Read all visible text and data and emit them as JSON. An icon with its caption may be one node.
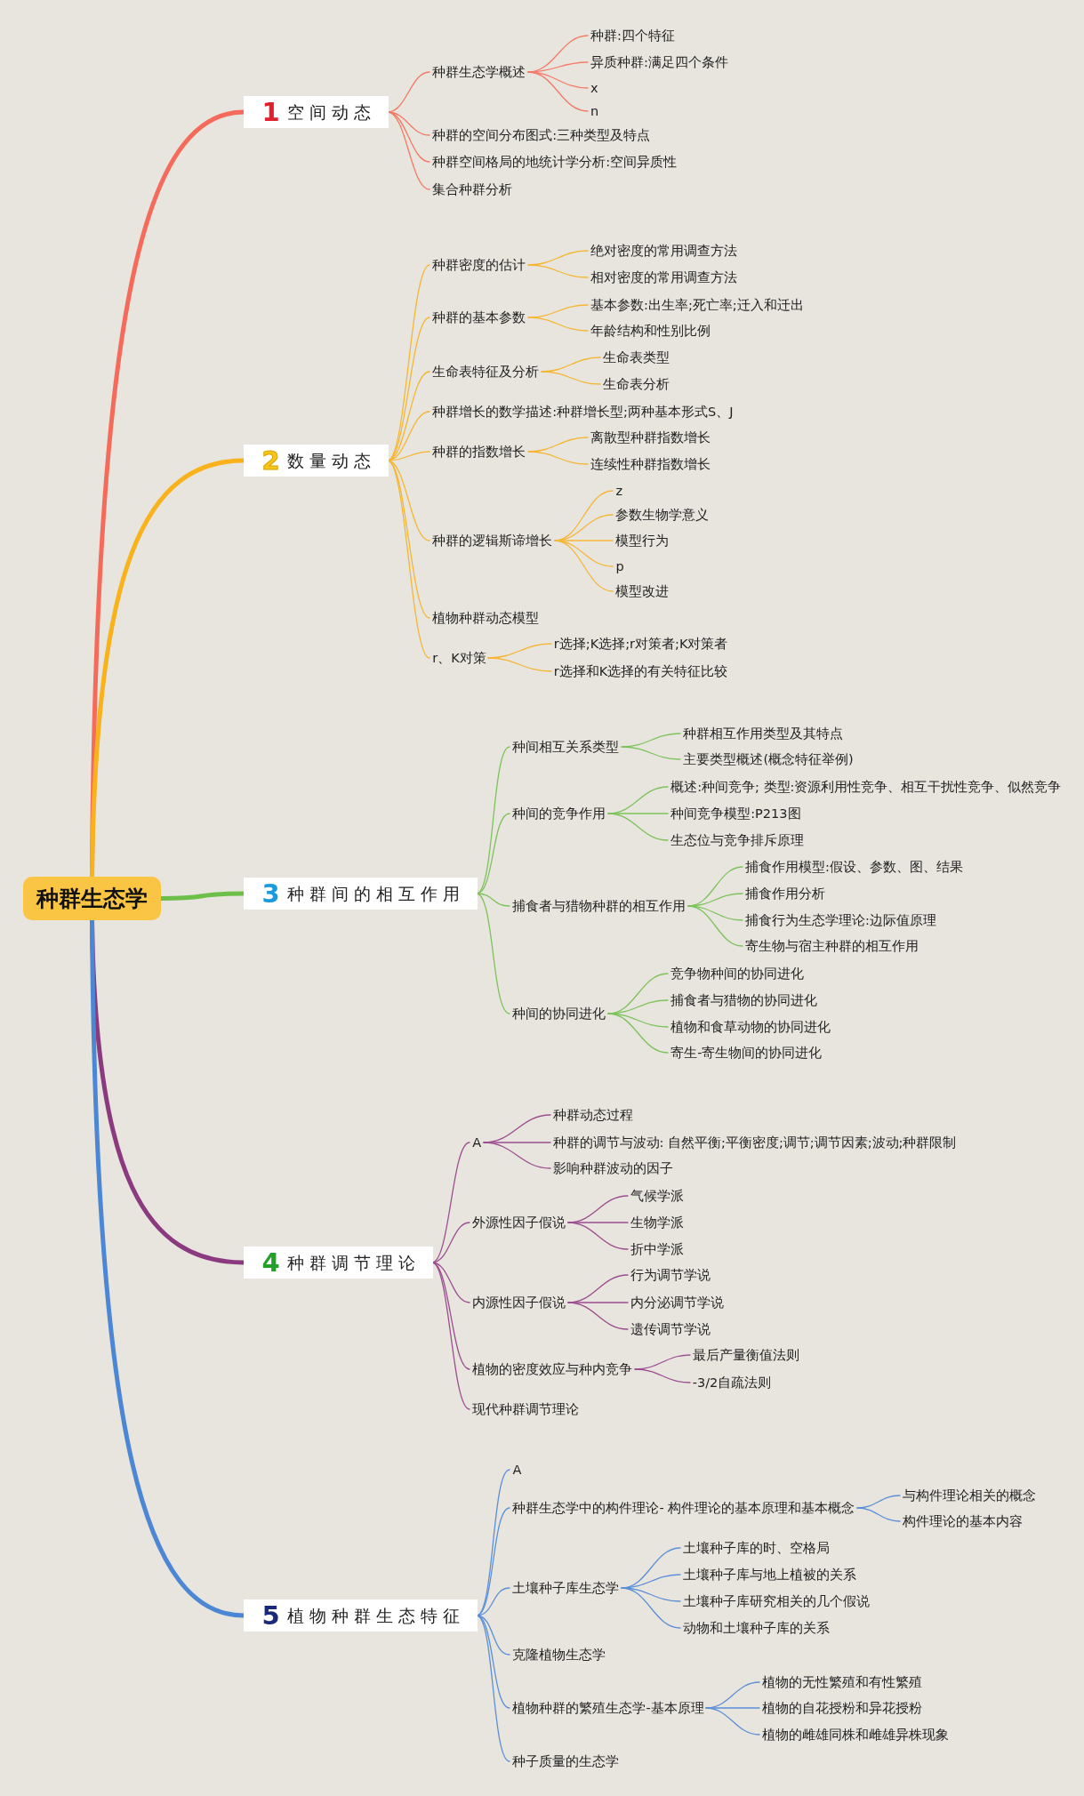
{
  "diagram": {
    "nodes": [
      {
        "text": [
          "种群生态学"
        ]
      },
      {
        "text": [
          "1",
          "空间动态"
        ]
      },
      {
        "text": [
          "种群生态学概述"
        ]
      },
      {
        "text": [
          "种群:四个特征"
        ]
      },
      {
        "text": [
          "异质种群:满足四个条件"
        ]
      },
      {
        "text": [
          "x"
        ]
      },
      {
        "text": [
          "n"
        ]
      },
      {
        "text": [
          "种群的空间分布图式:三种类型及特点"
        ]
      },
      {
        "text": [
          "种群空间格局的地统计学分析:空间异质性"
        ]
      },
      {
        "text": [
          "集合种群分析"
        ]
      },
      {
        "text": [
          "2",
          "数量动态"
        ]
      },
      {
        "text": [
          "种群密度的估计"
        ]
      },
      {
        "text": [
          "绝对密度的常用调查方法"
        ]
      },
      {
        "text": [
          "相对密度的常用调查方法"
        ]
      },
      {
        "text": [
          "种群的基本参数"
        ]
      },
      {
        "text": [
          "基本参数:出生率;死亡率;迁入和迁出"
        ]
      },
      {
        "text": [
          "年龄结构和性别比例"
        ]
      },
      {
        "text": [
          "生命表特征及分析"
        ]
      },
      {
        "text": [
          "生命表类型"
        ]
      },
      {
        "text": [
          "生命表分析"
        ]
      },
      {
        "text": [
          "种群增长的数学描述:种群增长型;两种基本形式S、J"
        ]
      },
      {
        "text": [
          "种群的指数增长"
        ]
      },
      {
        "text": [
          "离散型种群指数增长"
        ]
      },
      {
        "text": [
          "连续性种群指数增长"
        ]
      },
      {
        "text": [
          "种群的逻辑斯谛增长"
        ]
      },
      {
        "text": [
          "z"
        ]
      },
      {
        "text": [
          "参数生物学意义"
        ]
      },
      {
        "text": [
          "模型行为"
        ]
      },
      {
        "text": [
          "p"
        ]
      },
      {
        "text": [
          "模型改进"
        ]
      },
      {
        "text": [
          "植物种群动态模型"
        ]
      },
      {
        "text": [
          "r、K对策"
        ]
      },
      {
        "text": [
          "r选择;K选择;r对策者;K对策者"
        ]
      },
      {
        "text": [
          "r选择和K选择的有关特征比较"
        ]
      },
      {
        "text": [
          "3",
          "种群间的相互作用"
        ]
      },
      {
        "text": [
          "种间相互关系类型"
        ]
      },
      {
        "text": [
          "种群相互作用类型及其特点"
        ]
      },
      {
        "text": [
          "主要类型概述(概念特征举例)"
        ]
      },
      {
        "text": [
          "种间的竞争作用"
        ]
      },
      {
        "text": [
          "概述:种间竞争; 类型:资源利用性竞争、相互干扰性竞争、似然竞争"
        ]
      },
      {
        "text": [
          "种间竞争模型:P213图"
        ]
      },
      {
        "text": [
          "生态位与竞争排斥原理"
        ]
      },
      {
        "text": [
          "捕食者与猎物种群的相互作用"
        ]
      },
      {
        "text": [
          "捕食作用模型:假设、参数、图、结果"
        ]
      },
      {
        "text": [
          "捕食作用分析"
        ]
      },
      {
        "text": [
          "捕食行为生态学理论:边际值原理"
        ]
      },
      {
        "text": [
          "寄生物与宿主种群的相互作用"
        ]
      },
      {
        "text": [
          "种间的协同进化"
        ]
      },
      {
        "text": [
          "竞争物种间的协同进化"
        ]
      },
      {
        "text": [
          "捕食者与猎物的协同进化"
        ]
      },
      {
        "text": [
          "植物和食草动物的协同进化"
        ]
      },
      {
        "text": [
          "寄生-寄生物间的协同进化"
        ]
      },
      {
        "text": [
          "4",
          "种群调节理论"
        ]
      },
      {
        "text": [
          "A"
        ]
      },
      {
        "text": [
          "种群动态过程"
        ]
      },
      {
        "text": [
          "种群的调节与波动: 自然平衡;平衡密度;调节;调节因素;波动;种群限制"
        ]
      },
      {
        "text": [
          "影响种群波动的因子"
        ]
      },
      {
        "text": [
          "外源性因子假说"
        ]
      },
      {
        "text": [
          "气候学派"
        ]
      },
      {
        "text": [
          "生物学派"
        ]
      },
      {
        "text": [
          "折中学派"
        ]
      },
      {
        "text": [
          "内源性因子假说"
        ]
      },
      {
        "text": [
          "行为调节学说"
        ]
      },
      {
        "text": [
          "内分泌调节学说"
        ]
      },
      {
        "text": [
          "遗传调节学说"
        ]
      },
      {
        "text": [
          "植物的密度效应与种内竞争"
        ]
      },
      {
        "text": [
          "最后产量衡值法则"
        ]
      },
      {
        "text": [
          "-3/2自疏法则"
        ]
      },
      {
        "text": [
          "现代种群调节理论"
        ]
      },
      {
        "text": [
          "5",
          "植物种群生态特征"
        ]
      },
      {
        "text": [
          "A"
        ]
      },
      {
        "text": [
          "种群生态学中的构件理论- 构件理论的基本原理和基本概念"
        ]
      },
      {
        "text": [
          "与构件理论相关的概念"
        ]
      },
      {
        "text": [
          "构件理论的基本内容"
        ]
      },
      {
        "text": [
          "土壤种子库生态学"
        ]
      },
      {
        "text": [
          "土壤种子库的时、空格局"
        ]
      },
      {
        "text": [
          "土壤种子库与地上植被的关系"
        ]
      },
      {
        "text": [
          "土壤种子库研究相关的几个假说"
        ]
      },
      {
        "text": [
          "动物和土壤种子库的关系"
        ]
      },
      {
        "text": [
          "克隆植物生态学"
        ]
      },
      {
        "text": [
          "植物种群的繁殖生态学-基本原理"
        ]
      },
      {
        "text": [
          "植物的无性繁殖和有性繁殖"
        ]
      },
      {
        "text": [
          "植物的自花授粉和异花授粉"
        ]
      },
      {
        "text": [
          "植物的雌雄同株和雌雄异株现象"
        ]
      },
      {
        "text": [
          "种子质量的生态学"
        ]
      }
    ],
    "edges": [
      {
        "from": 0,
        "to": 1,
        "arrow": "none",
        "style": "thick",
        "color": "#f56b5b"
      },
      {
        "from": 0,
        "to": 10,
        "arrow": "none",
        "style": "thick",
        "color": "#f9b21b"
      },
      {
        "from": 0,
        "to": 34,
        "arrow": "none",
        "style": "thick",
        "color": "#6cc04a"
      },
      {
        "from": 0,
        "to": 52,
        "arrow": "none",
        "style": "thick",
        "color": "#8c3a80"
      },
      {
        "from": 0,
        "to": 69,
        "arrow": "none",
        "style": "thick",
        "color": "#4c87d5"
      },
      {
        "from": 1,
        "to": 2,
        "arrow": "none",
        "color": "#f47a66"
      },
      {
        "from": 2,
        "to": 3,
        "arrow": "none",
        "color": "#f47a66"
      },
      {
        "from": 2,
        "to": 4,
        "arrow": "none",
        "color": "#f47a66"
      },
      {
        "from": 2,
        "to": 5,
        "arrow": "none",
        "color": "#f47a66"
      },
      {
        "from": 2,
        "to": 6,
        "arrow": "none",
        "color": "#f47a66"
      },
      {
        "from": 1,
        "to": 7,
        "arrow": "none",
        "color": "#f47a66"
      },
      {
        "from": 1,
        "to": 8,
        "arrow": "none",
        "color": "#f47a66"
      },
      {
        "from": 1,
        "to": 9,
        "arrow": "none",
        "color": "#f47a66"
      },
      {
        "from": 10,
        "to": 11,
        "arrow": "none",
        "color": "#f5b634"
      },
      {
        "from": 11,
        "to": 12,
        "arrow": "none",
        "color": "#f5b634"
      },
      {
        "from": 11,
        "to": 13,
        "arrow": "none",
        "color": "#f5b634"
      },
      {
        "from": 10,
        "to": 14,
        "arrow": "none",
        "color": "#f5b634"
      },
      {
        "from": 14,
        "to": 15,
        "arrow": "none",
        "color": "#f5b634"
      },
      {
        "from": 14,
        "to": 16,
        "arrow": "none",
        "color": "#f5b634"
      },
      {
        "from": 10,
        "to": 17,
        "arrow": "none",
        "color": "#f5b634"
      },
      {
        "from": 17,
        "to": 18,
        "arrow": "none",
        "color": "#f5b634"
      },
      {
        "from": 17,
        "to": 19,
        "arrow": "none",
        "color": "#f5b634"
      },
      {
        "from": 10,
        "to": 20,
        "arrow": "none",
        "color": "#f5b634"
      },
      {
        "from": 10,
        "to": 21,
        "arrow": "none",
        "color": "#f5b634"
      },
      {
        "from": 21,
        "to": 22,
        "arrow": "none",
        "color": "#f5b634"
      },
      {
        "from": 21,
        "to": 23,
        "arrow": "none",
        "color": "#f5b634"
      },
      {
        "from": 10,
        "to": 24,
        "arrow": "none",
        "color": "#f5b634"
      },
      {
        "from": 24,
        "to": 25,
        "arrow": "none",
        "color": "#f5b634"
      },
      {
        "from": 24,
        "to": 26,
        "arrow": "none",
        "color": "#f5b634"
      },
      {
        "from": 24,
        "to": 27,
        "arrow": "none",
        "color": "#f5b634"
      },
      {
        "from": 24,
        "to": 28,
        "arrow": "none",
        "color": "#f5b634"
      },
      {
        "from": 24,
        "to": 29,
        "arrow": "none",
        "color": "#f5b634"
      },
      {
        "from": 10,
        "to": 30,
        "arrow": "none",
        "color": "#f5b634"
      },
      {
        "from": 10,
        "to": 31,
        "arrow": "none",
        "color": "#f5b634"
      },
      {
        "from": 31,
        "to": 32,
        "arrow": "none",
        "color": "#f5b634"
      },
      {
        "from": 31,
        "to": 33,
        "arrow": "none",
        "color": "#f5b634"
      },
      {
        "from": 34,
        "to": 35,
        "arrow": "none",
        "color": "#7cc35a"
      },
      {
        "from": 35,
        "to": 36,
        "arrow": "none",
        "color": "#7cc35a"
      },
      {
        "from": 35,
        "to": 37,
        "arrow": "none",
        "color": "#7cc35a"
      },
      {
        "from": 34,
        "to": 38,
        "arrow": "none",
        "color": "#7cc35a"
      },
      {
        "from": 38,
        "to": 39,
        "arrow": "none",
        "color": "#7cc35a"
      },
      {
        "from": 38,
        "to": 40,
        "arrow": "none",
        "color": "#7cc35a"
      },
      {
        "from": 38,
        "to": 41,
        "arrow": "none",
        "color": "#7cc35a"
      },
      {
        "from": 34,
        "to": 42,
        "arrow": "none",
        "color": "#7cc35a"
      },
      {
        "from": 42,
        "to": 43,
        "arrow": "none",
        "color": "#7cc35a"
      },
      {
        "from": 42,
        "to": 44,
        "arrow": "none",
        "color": "#7cc35a"
      },
      {
        "from": 42,
        "to": 45,
        "arrow": "none",
        "color": "#7cc35a"
      },
      {
        "from": 42,
        "to": 46,
        "arrow": "none",
        "color": "#7cc35a"
      },
      {
        "from": 34,
        "to": 47,
        "arrow": "none",
        "color": "#7cc35a"
      },
      {
        "from": 47,
        "to": 48,
        "arrow": "none",
        "color": "#7cc35a"
      },
      {
        "from": 47,
        "to": 49,
        "arrow": "none",
        "color": "#7cc35a"
      },
      {
        "from": 47,
        "to": 50,
        "arrow": "none",
        "color": "#7cc35a"
      },
      {
        "from": 47,
        "to": 51,
        "arrow": "none",
        "color": "#7cc35a"
      },
      {
        "from": 52,
        "to": 53,
        "arrow": "none",
        "color": "#9c4d90"
      },
      {
        "from": 53,
        "to": 54,
        "arrow": "none",
        "color": "#9c4d90"
      },
      {
        "from": 53,
        "to": 55,
        "arrow": "none",
        "color": "#9c4d90"
      },
      {
        "from": 53,
        "to": 56,
        "arrow": "none",
        "color": "#9c4d90"
      },
      {
        "from": 52,
        "to": 57,
        "arrow": "none",
        "color": "#9c4d90"
      },
      {
        "from": 57,
        "to": 58,
        "arrow": "none",
        "color": "#9c4d90"
      },
      {
        "from": 57,
        "to": 59,
        "arrow": "none",
        "color": "#9c4d90"
      },
      {
        "from": 57,
        "to": 60,
        "arrow": "none",
        "color": "#9c4d90"
      },
      {
        "from": 52,
        "to": 61,
        "arrow": "none",
        "color": "#9c4d90"
      },
      {
        "from": 61,
        "to": 62,
        "arrow": "none",
        "color": "#9c4d90"
      },
      {
        "from": 61,
        "to": 63,
        "arrow": "none",
        "color": "#9c4d90"
      },
      {
        "from": 61,
        "to": 64,
        "arrow": "none",
        "color": "#9c4d90"
      },
      {
        "from": 52,
        "to": 65,
        "arrow": "none",
        "color": "#9c4d90"
      },
      {
        "from": 65,
        "to": 66,
        "arrow": "none",
        "color": "#9c4d90"
      },
      {
        "from": 65,
        "to": 67,
        "arrow": "none",
        "color": "#9c4d90"
      },
      {
        "from": 52,
        "to": 68,
        "arrow": "none",
        "color": "#9c4d90"
      },
      {
        "from": 69,
        "to": 70,
        "arrow": "none",
        "color": "#5b8fd8"
      },
      {
        "from": 69,
        "to": 71,
        "arrow": "none",
        "color": "#5b8fd8"
      },
      {
        "from": 71,
        "to": 72,
        "arrow": "none",
        "color": "#5b8fd8"
      },
      {
        "from": 71,
        "to": 73,
        "arrow": "none",
        "color": "#5b8fd8"
      },
      {
        "from": 69,
        "to": 74,
        "arrow": "none",
        "color": "#5b8fd8"
      },
      {
        "from": 74,
        "to": 75,
        "arrow": "none",
        "color": "#5b8fd8"
      },
      {
        "from": 74,
        "to": 76,
        "arrow": "none",
        "color": "#5b8fd8"
      },
      {
        "from": 74,
        "to": 77,
        "arrow": "none",
        "color": "#5b8fd8"
      },
      {
        "from": 74,
        "to": 78,
        "arrow": "none",
        "color": "#5b8fd8"
      },
      {
        "from": 69,
        "to": 79,
        "arrow": "none",
        "color": "#5b8fd8"
      },
      {
        "from": 69,
        "to": 80,
        "arrow": "none",
        "color": "#5b8fd8"
      },
      {
        "from": 80,
        "to": 81,
        "arrow": "none",
        "color": "#5b8fd8"
      },
      {
        "from": 80,
        "to": 82,
        "arrow": "none",
        "color": "#5b8fd8"
      },
      {
        "from": 80,
        "to": 83,
        "arrow": "none",
        "color": "#5b8fd8"
      },
      {
        "from": 69,
        "to": 84,
        "arrow": "none",
        "color": "#5b8fd8"
      }
    ]
  }
}
